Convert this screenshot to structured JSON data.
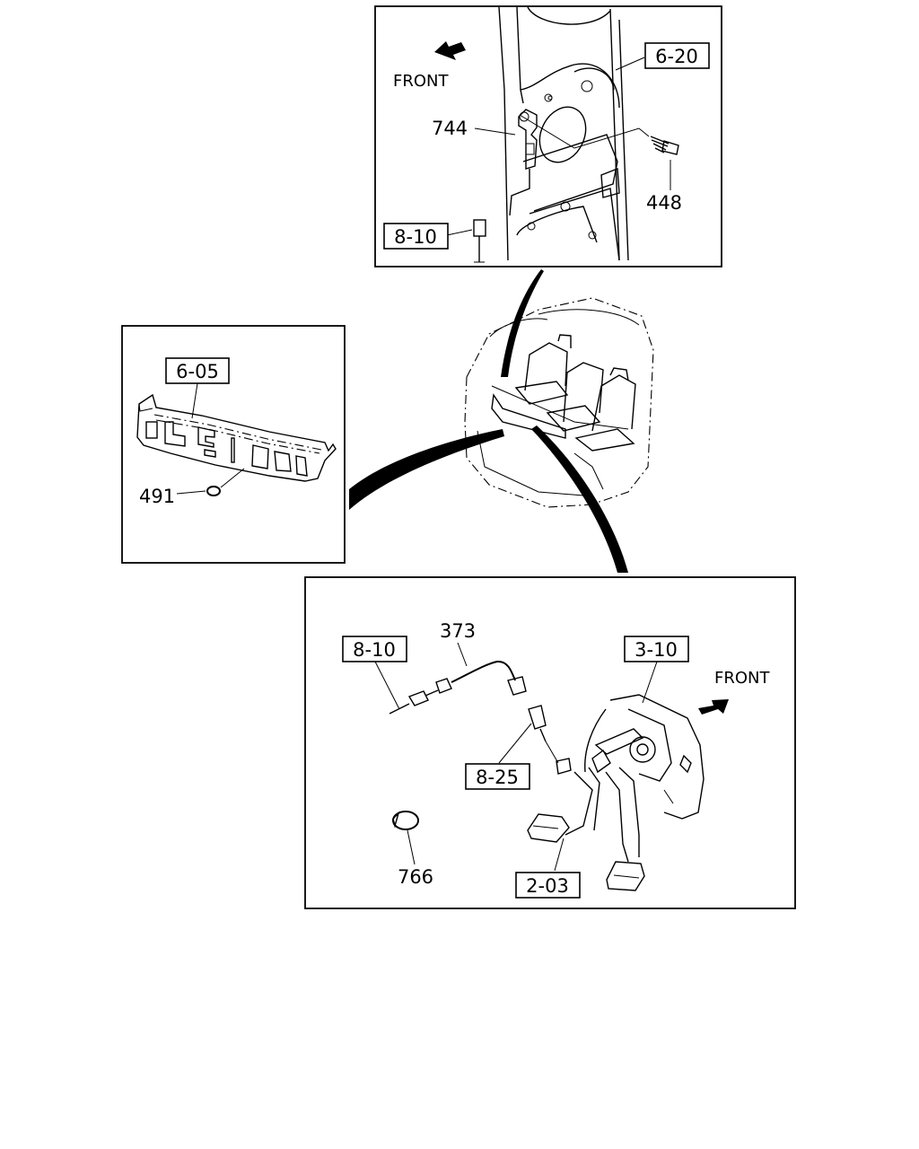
{
  "inset_top": {
    "front_label": "FRONT",
    "callouts": {
      "ref_620": "6-20",
      "ref_810": "8-10",
      "part_744": "744",
      "part_448": "448"
    }
  },
  "inset_left": {
    "callouts": {
      "ref_605": "6-05",
      "part_491": "491"
    }
  },
  "inset_bottom": {
    "front_label": "FRONT",
    "callouts": {
      "ref_810": "8-10",
      "part_373": "373",
      "ref_310": "3-10",
      "ref_825": "8-25",
      "part_766": "766",
      "ref_203": "2-03"
    }
  }
}
